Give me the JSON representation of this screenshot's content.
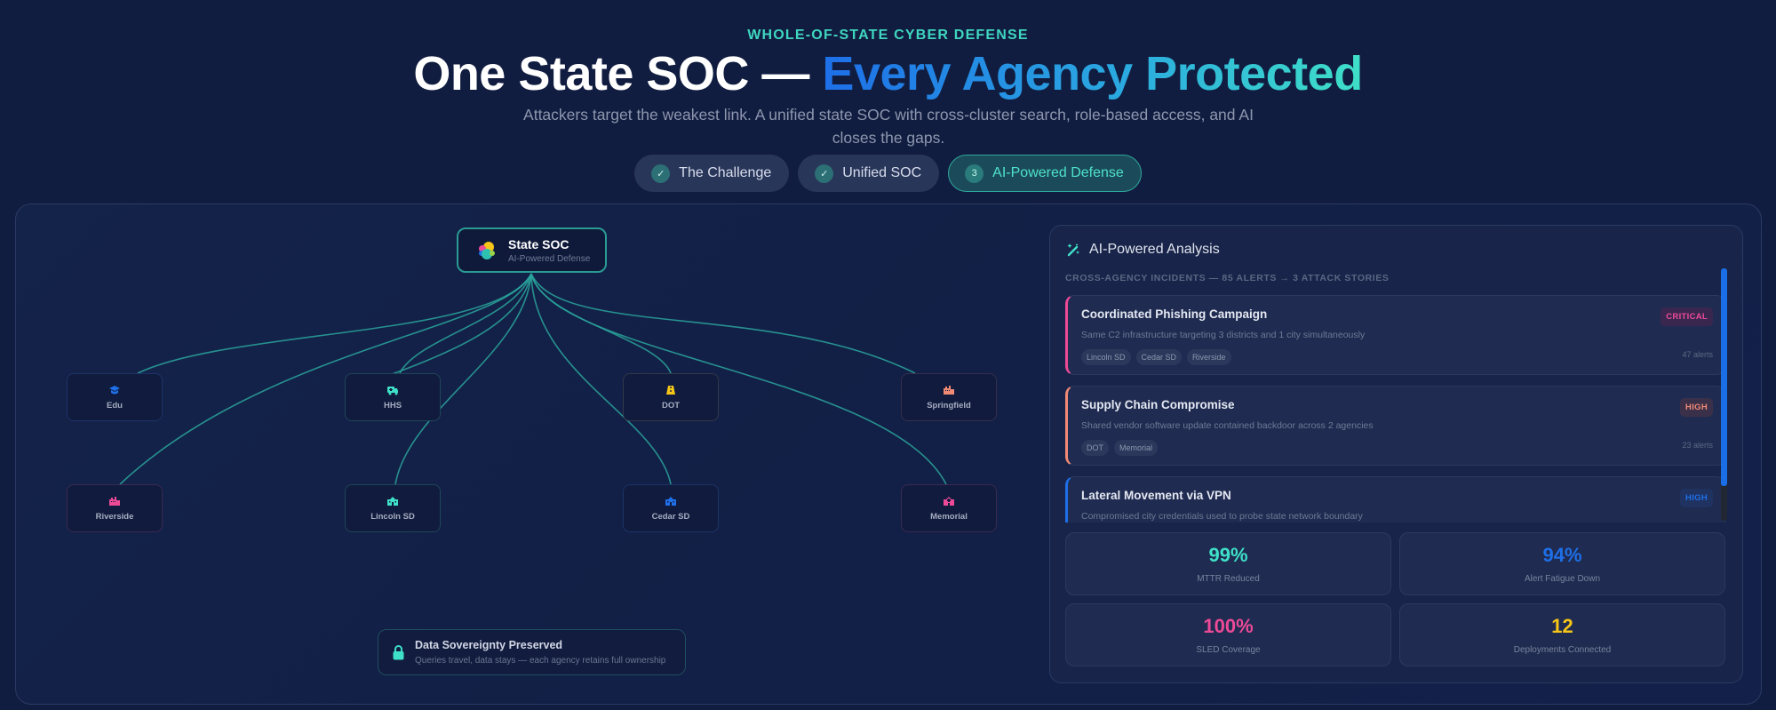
{
  "header": {
    "eyebrow": "WHOLE-OF-STATE CYBER DEFENSE",
    "title_plain": "One State SOC — ",
    "title_highlight": "Every Agency Protected",
    "subtitle": "Attackers target the weakest link. A unified state SOC with cross-cluster search, role-based access, and AI closes the gaps."
  },
  "steps": [
    {
      "label": "The Challenge",
      "marker": "✓",
      "state": "done"
    },
    {
      "label": "Unified SOC",
      "marker": "✓",
      "state": "done"
    },
    {
      "label": "AI-Powered Defense",
      "marker": "3",
      "state": "active"
    }
  ],
  "diagram": {
    "hub": {
      "title": "State SOC",
      "subtitle": "AI-Powered Defense",
      "icon": "elastic-logo-icon"
    },
    "agencies": [
      {
        "label": "Edu",
        "icon": "graduation-cap-icon",
        "color": "#1e6fe8"
      },
      {
        "label": "HHS",
        "icon": "ambulance-icon",
        "color": "#3fe0c8"
      },
      {
        "label": "DOT",
        "icon": "road-icon",
        "color": "#f5c518"
      },
      {
        "label": "Springfield",
        "icon": "city-icon",
        "color": "#f08a74"
      },
      {
        "label": "Riverside",
        "icon": "city-icon",
        "color": "#ec4a97"
      },
      {
        "label": "Lincoln SD",
        "icon": "school-icon",
        "color": "#3fe0c8"
      },
      {
        "label": "Cedar SD",
        "icon": "school-icon",
        "color": "#1e6fe8"
      },
      {
        "label": "Memorial",
        "icon": "hospital-icon",
        "color": "#ec4a97"
      }
    ],
    "link_color": "#2aa59c",
    "sovereignty": {
      "title": "Data Sovereignty Preserved",
      "subtitle": "Queries travel, data stays — each agency retains full ownership",
      "icon": "lock-icon"
    }
  },
  "analysis": {
    "title": "AI-Powered Analysis",
    "subtitle": "CROSS-AGENCY INCIDENTS — 85 ALERTS → 3 ATTACK STORIES",
    "incidents": [
      {
        "name": "Coordinated Phishing Campaign",
        "description": "Same C2 infrastructure targeting 3 districts and 1 city simultaneously",
        "tags": [
          "Lincoln SD",
          "Cedar SD",
          "Riverside"
        ],
        "severity": "CRITICAL",
        "severity_color": "#ec4a97",
        "severity_bg": "#3a2750",
        "alerts": "47 alerts"
      },
      {
        "name": "Supply Chain Compromise",
        "description": "Shared vendor software update contained backdoor across 2 agencies",
        "tags": [
          "DOT",
          "Memorial"
        ],
        "severity": "HIGH",
        "severity_color": "#f08a74",
        "severity_bg": "#3b3049",
        "alerts": "23 alerts"
      },
      {
        "name": "Lateral Movement via VPN",
        "description": "Compromised city credentials used to probe state network boundary",
        "tags": [],
        "severity": "HIGH",
        "severity_color": "#1e6fe8",
        "severity_bg": "#1f3260",
        "alerts": ""
      }
    ],
    "stats": [
      {
        "value": "99%",
        "label": "MTTR Reduced",
        "color": "#3fe0c8"
      },
      {
        "value": "94%",
        "label": "Alert Fatigue Down",
        "color": "#1e6fe8"
      },
      {
        "value": "100%",
        "label": "SLED Coverage",
        "color": "#ec4a97"
      },
      {
        "value": "12",
        "label": "Deployments Connected",
        "color": "#f5c518"
      }
    ]
  }
}
